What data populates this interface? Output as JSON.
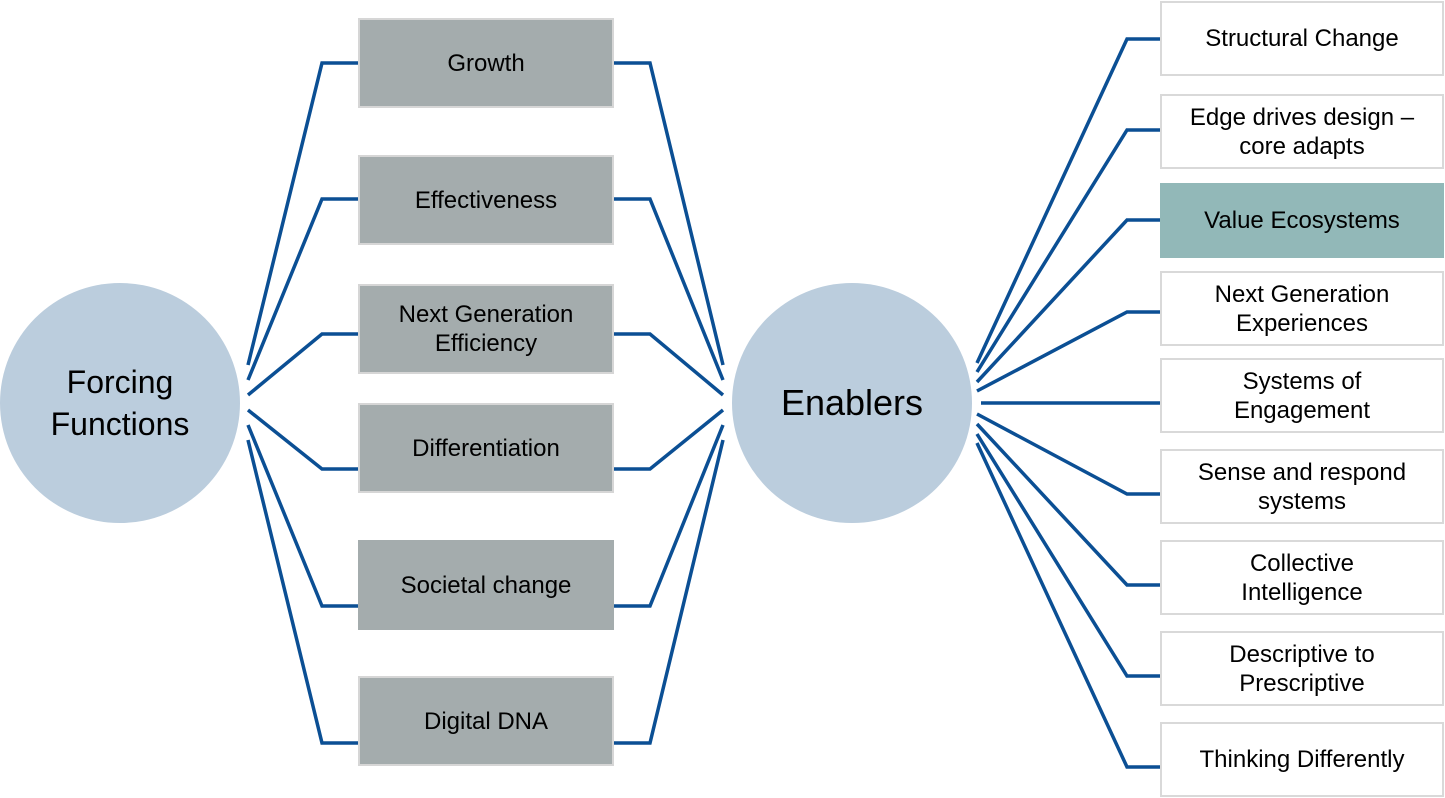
{
  "diagram": {
    "left_hub": {
      "label": "Forcing\nFunctions"
    },
    "right_hub": {
      "label": "Enablers"
    },
    "forcing_functions": [
      {
        "label": "Growth"
      },
      {
        "label": "Effectiveness"
      },
      {
        "label": "Next Generation\nEfficiency"
      },
      {
        "label": "Differentiation"
      },
      {
        "label": "Societal change"
      },
      {
        "label": "Digital DNA"
      }
    ],
    "enablers": [
      {
        "label": "Structural Change",
        "highlighted": false
      },
      {
        "label": "Edge drives design –\ncore adapts",
        "highlighted": false
      },
      {
        "label": "Value Ecosystems",
        "highlighted": true
      },
      {
        "label": "Next Generation\nExperiences",
        "highlighted": false
      },
      {
        "label": "Systems of\nEngagement",
        "highlighted": false
      },
      {
        "label": "Sense and respond\nsystems",
        "highlighted": false
      },
      {
        "label": "Collective\nIntelligence",
        "highlighted": false
      },
      {
        "label": "Descriptive to\nPrescriptive",
        "highlighted": false
      },
      {
        "label": "Thinking Differently",
        "highlighted": false
      }
    ],
    "colors": {
      "connector": "#0b4f94",
      "hub": "#bbcddd",
      "forcing_box": "#a4acad",
      "enabler_box": "#ffffff",
      "highlight_box": "#92b8b8"
    }
  }
}
